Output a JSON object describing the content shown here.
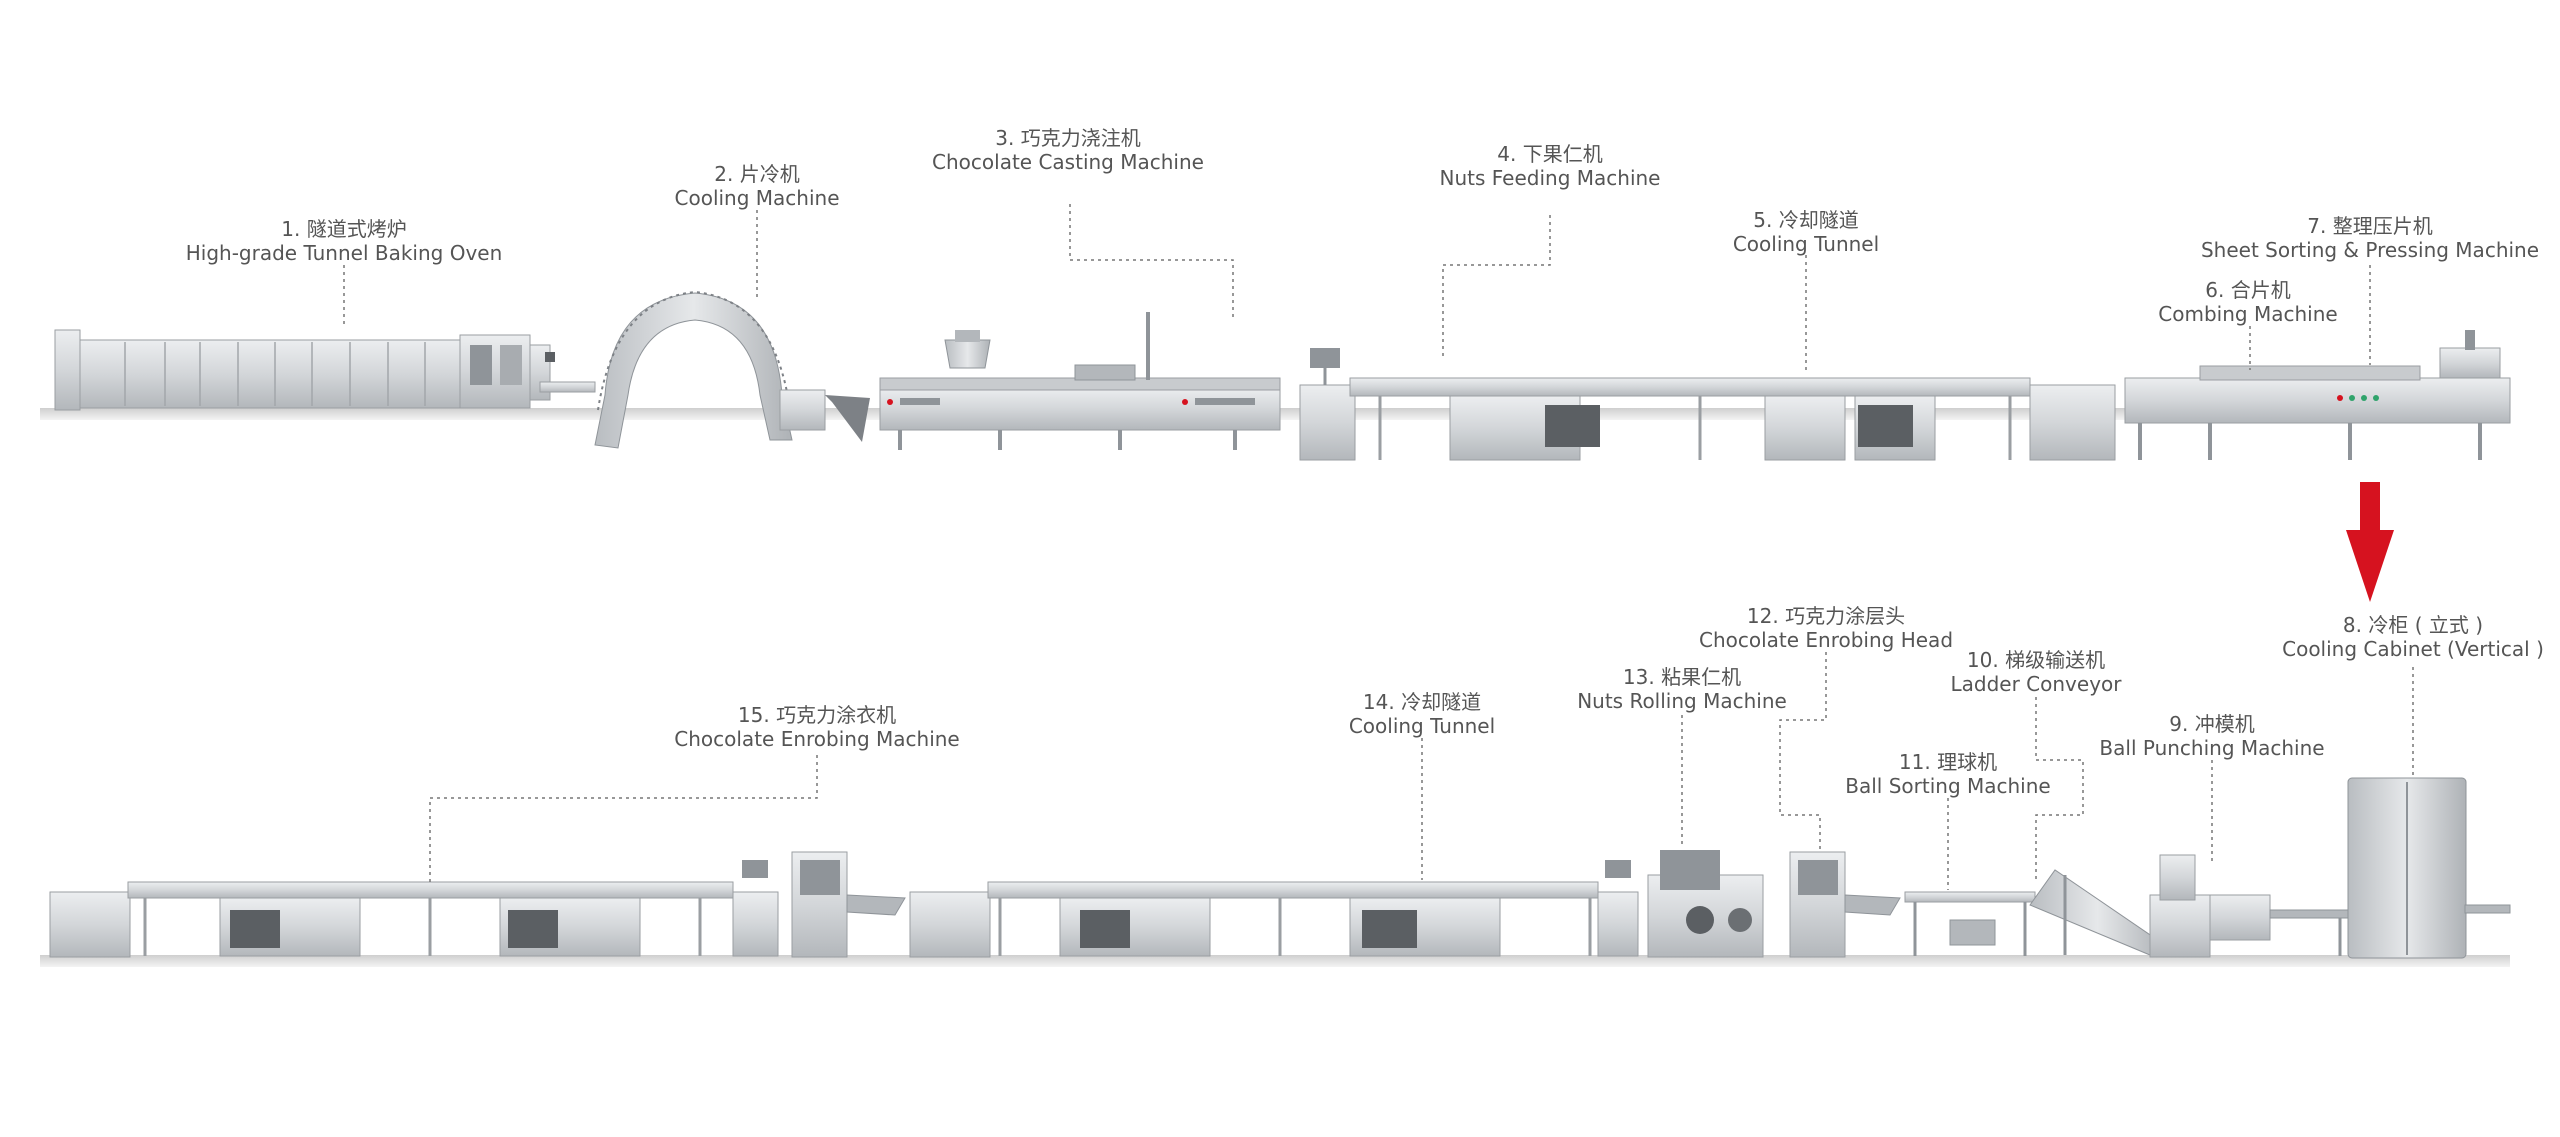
{
  "labels": {
    "m1": {
      "cn": "1. 隧道式烤炉",
      "en": "High-grade Tunnel Baking Oven"
    },
    "m2": {
      "cn": "2. 片冷机",
      "en": "Cooling Machine"
    },
    "m3": {
      "cn": "3. 巧克力浇注机",
      "en": "Chocolate Casting Machine"
    },
    "m4": {
      "cn": "4. 下果仁机",
      "en": "Nuts Feeding Machine"
    },
    "m5": {
      "cn": "5. 冷却隧道",
      "en": "Cooling Tunnel"
    },
    "m6": {
      "cn": "6. 合片机",
      "en": "Combing Machine"
    },
    "m7": {
      "cn": "7. 整理压片机",
      "en": "Sheet Sorting & Pressing Machine"
    },
    "m8": {
      "cn": "8. 冷柜 ( 立式 )",
      "en": "Cooling Cabinet (Vertical )"
    },
    "m9": {
      "cn": "9. 冲模机",
      "en": "Ball Punching Machine"
    },
    "m10": {
      "cn": "10. 梯级输送机",
      "en": "Ladder Conveyor"
    },
    "m11": {
      "cn": "11. 理球机",
      "en": "Ball Sorting Machine"
    },
    "m12": {
      "cn": "12. 巧克力涂层头",
      "en": "Chocolate Enrobing Head"
    },
    "m13": {
      "cn": "13. 粘果仁机",
      "en": "Nuts Rolling Machine"
    },
    "m14": {
      "cn": "14. 冷却隧道",
      "en": "Cooling Tunnel"
    },
    "m15": {
      "cn": "15. 巧克力涂衣机",
      "en": "Chocolate Enrobing Machine"
    }
  },
  "colors": {
    "label_text": "#555555",
    "leader_line": "#777777",
    "steel_light": "#d9dcdf",
    "steel_mid": "#b9bdc2",
    "steel_dark": "#8f9499",
    "panel_dark": "#5b5f63",
    "flow_arrow": "#d6121f"
  },
  "icons": {
    "flow_arrow": "arrow-down-icon"
  }
}
